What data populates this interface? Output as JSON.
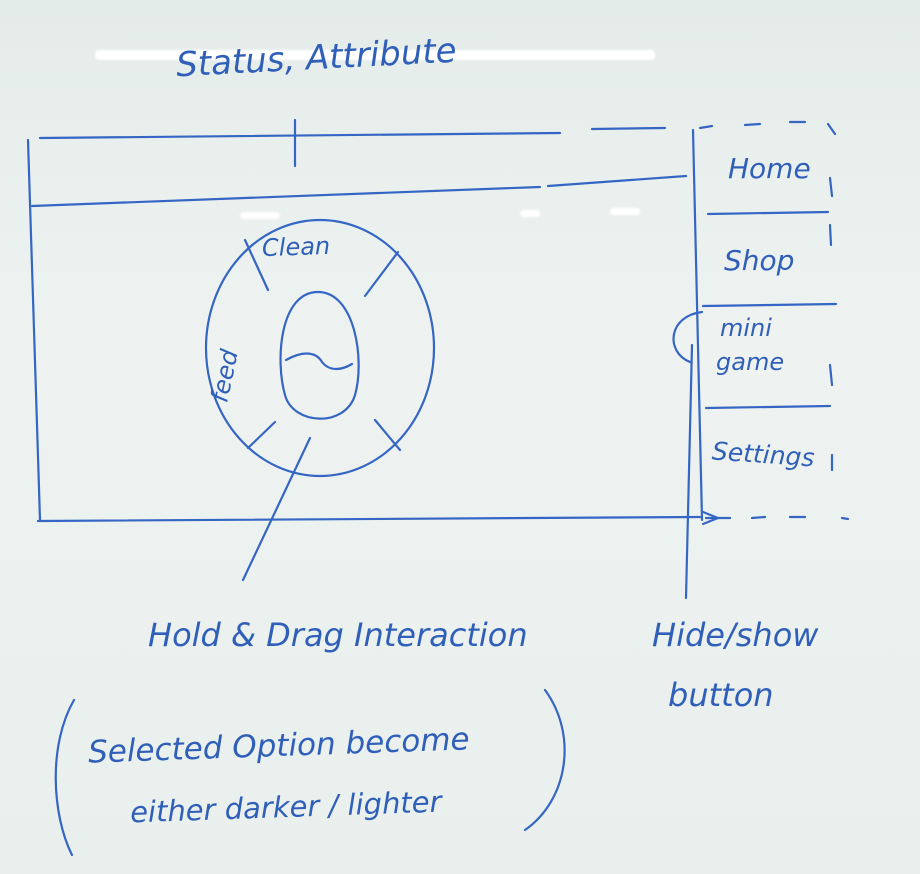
{
  "top_label": "Status, Attribute",
  "wheel": {
    "top_option": "Clean",
    "left_option": "feed"
  },
  "side_menu": {
    "items": [
      "Home",
      "Shop",
      "mini",
      "game",
      "Settings"
    ]
  },
  "annotations": {
    "interaction": "Hold & Drag Interaction",
    "note_line1": "Selected Option become",
    "note_line2": "either darker / lighter",
    "toggle_line1": "Hide/show",
    "toggle_line2": "button"
  }
}
